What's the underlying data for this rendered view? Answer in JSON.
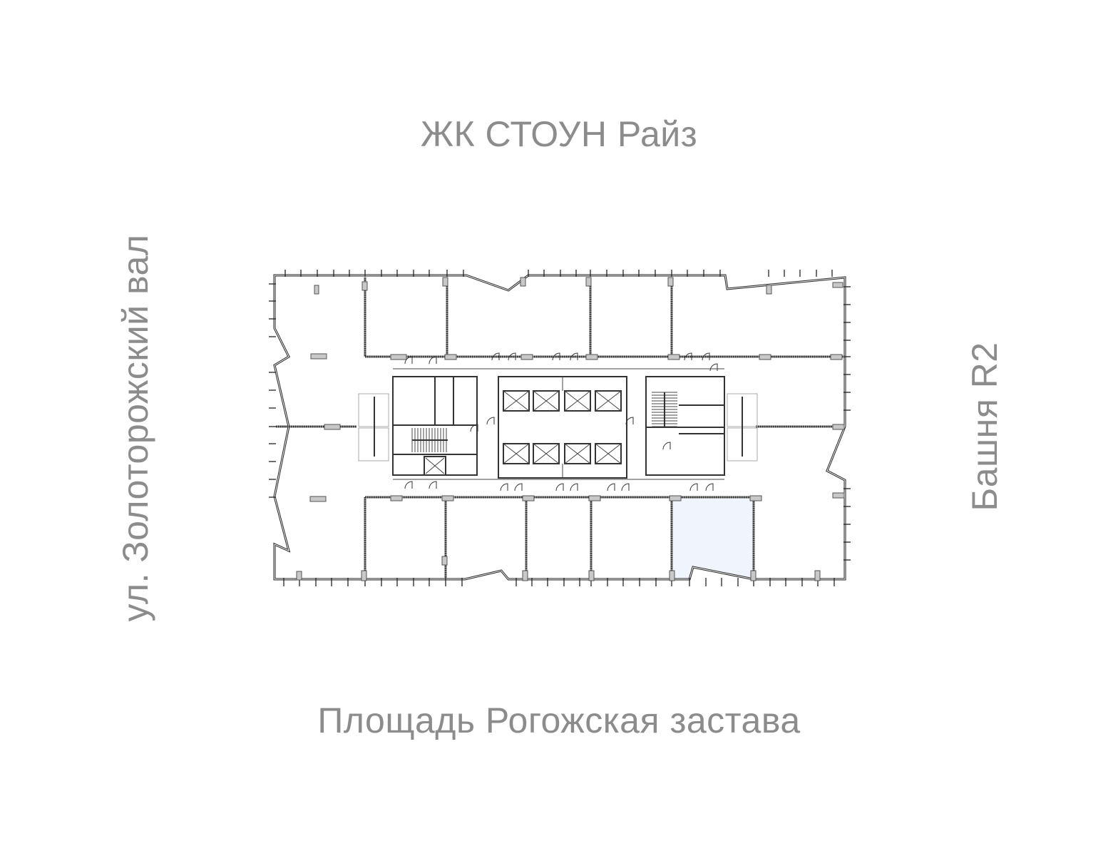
{
  "labels": {
    "north": "ЖК СТОУН Райз",
    "south": "Площадь Рогожская застава",
    "west": "ул. Золоторожский вал",
    "east": "Башня R2"
  },
  "plan": {
    "selected_unit": {
      "highlight_color": "#f0f5fd",
      "position": "south side, second from right"
    },
    "elements": {
      "elevators_count": 8,
      "stairwells_count": 2,
      "restroom_blocks_count": 4,
      "text_color": "#8c8c8c",
      "line_color": "#222222"
    }
  }
}
